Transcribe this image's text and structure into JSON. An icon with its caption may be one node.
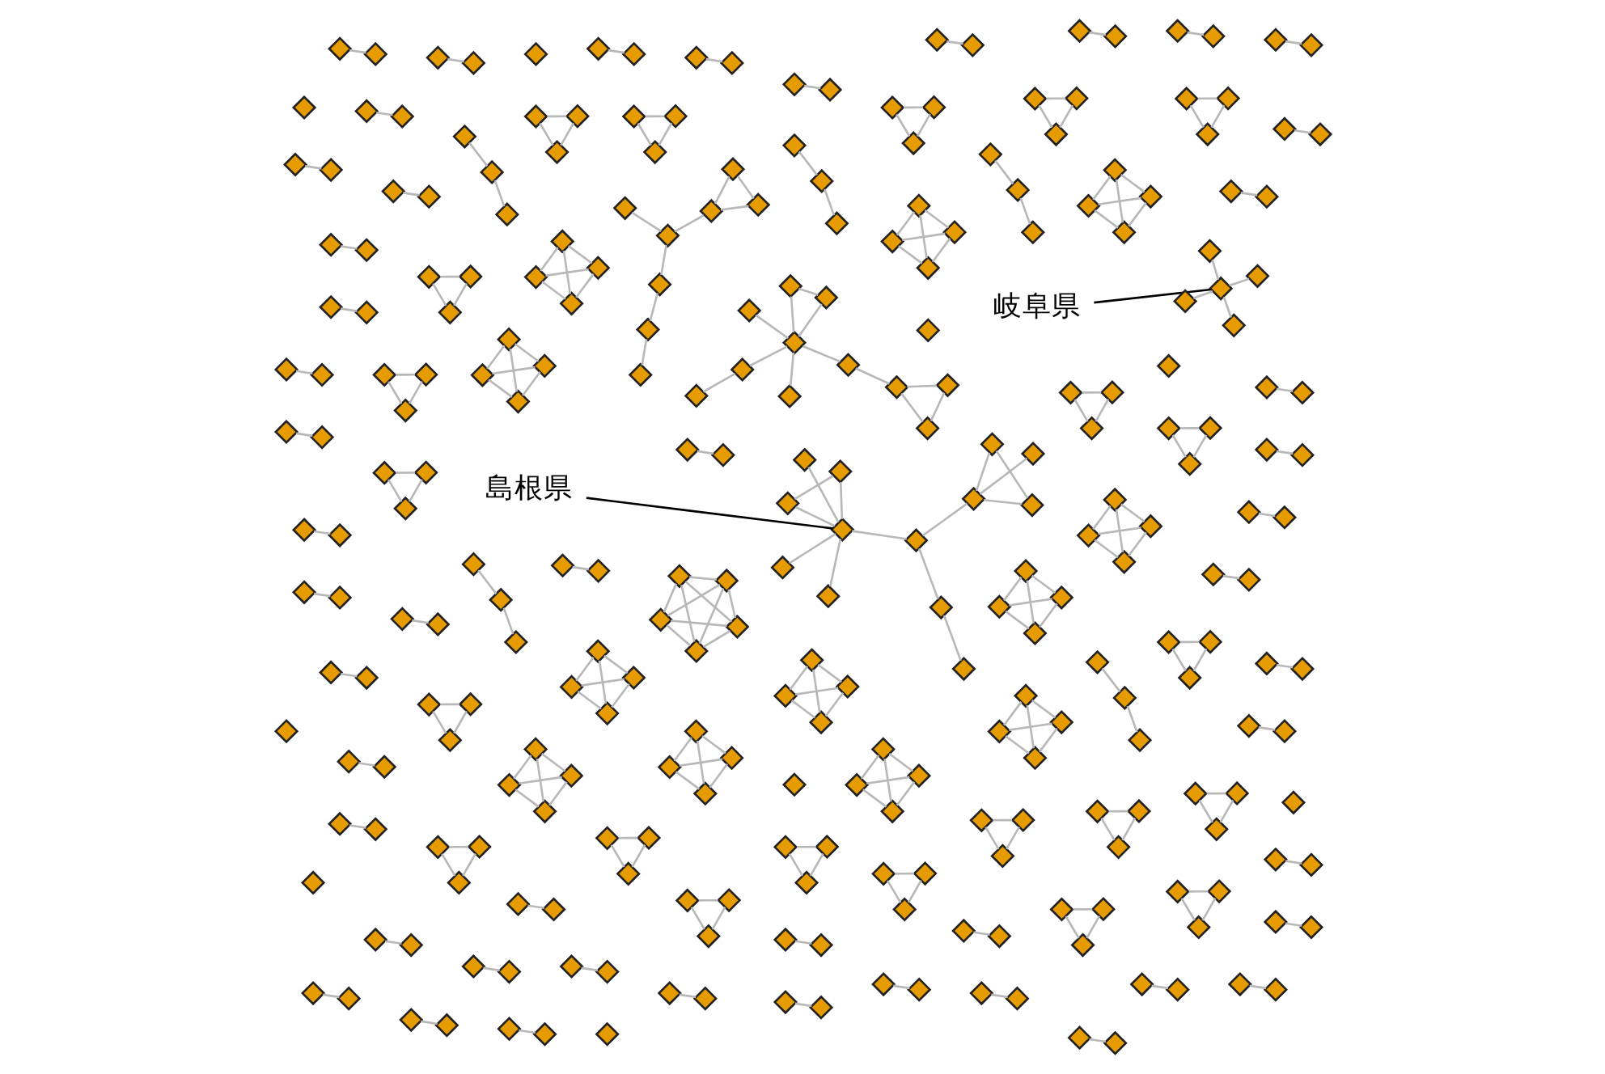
{
  "diagram": {
    "nodes": [
      {
        "text": [
          "岐阜県"
        ]
      },
      {
        "text": [
          "島根県"
        ]
      },
      {
        "text": [],
        "shape": "diamond"
      },
      {
        "text": [],
        "shape": "diamond"
      },
      {
        "text": [],
        "shape": "diamond"
      },
      {
        "text": [],
        "shape": "diamond"
      },
      {
        "text": [],
        "shape": "diamond"
      },
      {
        "text": [],
        "shape": "diamond"
      },
      {
        "text": [],
        "shape": "diamond"
      },
      {
        "text": [],
        "shape": "diamond"
      },
      {
        "text": [],
        "shape": "diamond"
      },
      {
        "text": [],
        "shape": "diamond"
      },
      {
        "text": [],
        "shape": "diamond"
      },
      {
        "text": [],
        "shape": "diamond"
      },
      {
        "text": [],
        "shape": "diamond"
      },
      {
        "text": [],
        "shape": "diamond"
      },
      {
        "text": [],
        "shape": "diamond"
      },
      {
        "text": [],
        "shape": "diamond"
      },
      {
        "text": [],
        "shape": "diamond"
      },
      {
        "text": [],
        "shape": "diamond"
      },
      {
        "text": [],
        "shape": "diamond"
      },
      {
        "text": [],
        "shape": "diamond"
      },
      {
        "text": [],
        "shape": "diamond"
      },
      {
        "text": [],
        "shape": "diamond"
      },
      {
        "text": [],
        "shape": "diamond"
      },
      {
        "text": [],
        "shape": "diamond"
      },
      {
        "text": [],
        "shape": "diamond"
      },
      {
        "text": [],
        "shape": "diamond"
      },
      {
        "text": [],
        "shape": "diamond"
      },
      {
        "text": [],
        "shape": "diamond"
      },
      {
        "text": [],
        "shape": "diamond"
      },
      {
        "text": [],
        "shape": "diamond"
      },
      {
        "text": [],
        "shape": "diamond"
      },
      {
        "text": [],
        "shape": "diamond"
      },
      {
        "text": [],
        "shape": "diamond"
      },
      {
        "text": [],
        "shape": "diamond"
      },
      {
        "text": [],
        "shape": "diamond"
      },
      {
        "text": [],
        "shape": "diamond"
      },
      {
        "text": [],
        "shape": "diamond"
      },
      {
        "text": [],
        "shape": "diamond"
      },
      {
        "text": [],
        "shape": "diamond"
      },
      {
        "text": [],
        "shape": "diamond"
      },
      {
        "text": [],
        "shape": "diamond"
      },
      {
        "text": [],
        "shape": "diamond"
      },
      {
        "text": [],
        "shape": "diamond"
      },
      {
        "text": [],
        "shape": "diamond"
      },
      {
        "text": [],
        "shape": "diamond"
      },
      {
        "text": [],
        "shape": "diamond"
      },
      {
        "text": [],
        "shape": "diamond"
      },
      {
        "text": [],
        "shape": "diamond"
      },
      {
        "text": [],
        "shape": "diamond"
      },
      {
        "text": [],
        "shape": "diamond"
      },
      {
        "text": [],
        "shape": "diamond"
      },
      {
        "text": [],
        "shape": "diamond"
      },
      {
        "text": [],
        "shape": "diamond"
      },
      {
        "text": [],
        "shape": "diamond"
      },
      {
        "text": [],
        "shape": "diamond"
      },
      {
        "text": [],
        "shape": "diamond"
      },
      {
        "text": [],
        "shape": "diamond"
      },
      {
        "text": [],
        "shape": "diamond"
      },
      {
        "text": [],
        "shape": "diamond"
      },
      {
        "text": [],
        "shape": "diamond"
      },
      {
        "text": [],
        "shape": "diamond"
      },
      {
        "text": [],
        "shape": "diamond"
      },
      {
        "text": [],
        "shape": "diamond"
      },
      {
        "text": [],
        "shape": "diamond"
      },
      {
        "text": [],
        "shape": "diamond"
      },
      {
        "text": [],
        "shape": "diamond"
      },
      {
        "text": [],
        "shape": "diamond"
      },
      {
        "text": [],
        "shape": "diamond"
      },
      {
        "text": [],
        "shape": "diamond"
      },
      {
        "text": [],
        "shape": "diamond"
      },
      {
        "text": [],
        "shape": "diamond"
      },
      {
        "text": [],
        "shape": "diamond"
      },
      {
        "text": [],
        "shape": "diamond"
      },
      {
        "text": [],
        "shape": "diamond"
      },
      {
        "text": [],
        "shape": "diamond"
      },
      {
        "text": [],
        "shape": "diamond"
      },
      {
        "text": [],
        "shape": "diamond"
      },
      {
        "text": [],
        "shape": "diamond"
      },
      {
        "text": [],
        "shape": "diamond"
      },
      {
        "text": [],
        "shape": "diamond"
      },
      {
        "text": [],
        "shape": "diamond"
      },
      {
        "text": [],
        "shape": "diamond"
      },
      {
        "text": [],
        "shape": "diamond"
      },
      {
        "text": [],
        "shape": "diamond"
      },
      {
        "text": [],
        "shape": "diamond"
      },
      {
        "text": [],
        "shape": "diamond"
      },
      {
        "text": [],
        "shape": "diamond"
      },
      {
        "text": [],
        "shape": "diamond"
      },
      {
        "text": [],
        "shape": "diamond"
      },
      {
        "text": [],
        "shape": "diamond"
      },
      {
        "text": [],
        "shape": "diamond"
      },
      {
        "text": [],
        "shape": "diamond"
      },
      {
        "text": [],
        "shape": "diamond"
      },
      {
        "text": [],
        "shape": "diamond"
      },
      {
        "text": [],
        "shape": "diamond"
      },
      {
        "text": [],
        "shape": "diamond"
      },
      {
        "text": [],
        "shape": "diamond"
      },
      {
        "text": [],
        "shape": "diamond"
      },
      {
        "text": [],
        "shape": "diamond"
      },
      {
        "text": [],
        "shape": "diamond"
      },
      {
        "text": [],
        "shape": "diamond"
      },
      {
        "text": [],
        "shape": "diamond"
      },
      {
        "text": [],
        "shape": "diamond"
      },
      {
        "text": [],
        "shape": "diamond"
      },
      {
        "text": [],
        "shape": "diamond"
      },
      {
        "text": [],
        "shape": "diamond"
      },
      {
        "text": [],
        "shape": "diamond"
      },
      {
        "text": [],
        "shape": "diamond"
      },
      {
        "text": [],
        "shape": "diamond"
      },
      {
        "text": [],
        "shape": "diamond"
      },
      {
        "text": [],
        "shape": "diamond"
      },
      {
        "text": [],
        "shape": "diamond"
      },
      {
        "text": [],
        "shape": "diamond"
      },
      {
        "text": [],
        "shape": "diamond"
      },
      {
        "text": [],
        "shape": "diamond"
      },
      {
        "text": [],
        "shape": "diamond"
      },
      {
        "text": [],
        "shape": "diamond"
      },
      {
        "text": [],
        "shape": "diamond"
      },
      {
        "text": [],
        "shape": "diamond"
      },
      {
        "text": [],
        "shape": "diamond"
      },
      {
        "text": [],
        "shape": "diamond"
      },
      {
        "text": [],
        "shape": "diamond"
      },
      {
        "text": [],
        "shape": "diamond"
      },
      {
        "text": [],
        "shape": "diamond"
      },
      {
        "text": [],
        "shape": "diamond"
      },
      {
        "text": [],
        "shape": "diamond"
      },
      {
        "text": [],
        "shape": "diamond"
      },
      {
        "text": [],
        "shape": "diamond"
      },
      {
        "text": [],
        "shape": "diamond"
      },
      {
        "text": [],
        "shape": "diamond"
      },
      {
        "text": [],
        "shape": "diamond"
      },
      {
        "text": [],
        "shape": "diamond"
      },
      {
        "text": [],
        "shape": "diamond"
      },
      {
        "text": [],
        "shape": "diamond"
      },
      {
        "text": [],
        "shape": "diamond"
      },
      {
        "text": [],
        "shape": "diamond"
      },
      {
        "text": [],
        "shape": "diamond"
      },
      {
        "text": [],
        "shape": "diamond"
      },
      {
        "text": [],
        "shape": "diamond"
      },
      {
        "text": [],
        "shape": "diamond"
      },
      {
        "text": [],
        "shape": "diamond"
      },
      {
        "text": [],
        "shape": "diamond"
      },
      {
        "text": [],
        "shape": "diamond"
      },
      {
        "text": [],
        "shape": "diamond"
      },
      {
        "text": [],
        "shape": "diamond"
      },
      {
        "text": [],
        "shape": "diamond"
      },
      {
        "text": [],
        "shape": "diamond"
      },
      {
        "text": [],
        "shape": "diamond"
      },
      {
        "text": [],
        "shape": "diamond"
      },
      {
        "text": [],
        "shape": "diamond"
      },
      {
        "text": [],
        "shape": "diamond"
      },
      {
        "text": [],
        "shape": "diamond"
      },
      {
        "text": [],
        "shape": "diamond"
      },
      {
        "text": [],
        "shape": "diamond"
      },
      {
        "text": [],
        "shape": "diamond"
      },
      {
        "text": [],
        "shape": "diamond"
      },
      {
        "text": [],
        "shape": "diamond"
      },
      {
        "text": [],
        "shape": "diamond"
      },
      {
        "text": [],
        "shape": "diamond"
      },
      {
        "text": [],
        "shape": "diamond"
      },
      {
        "text": [],
        "shape": "diamond"
      },
      {
        "text": [],
        "shape": "diamond"
      },
      {
        "text": [],
        "shape": "diamond"
      },
      {
        "text": [],
        "shape": "diamond"
      },
      {
        "text": [],
        "shape": "diamond"
      },
      {
        "text": [],
        "shape": "diamond"
      },
      {
        "text": [],
        "shape": "diamond"
      },
      {
        "text": [],
        "shape": "diamond"
      },
      {
        "text": [],
        "shape": "diamond"
      },
      {
        "text": [],
        "shape": "diamond"
      },
      {
        "text": [],
        "shape": "diamond"
      },
      {
        "text": [],
        "shape": "diamond"
      },
      {
        "text": [],
        "shape": "diamond"
      },
      {
        "text": [],
        "shape": "diamond"
      },
      {
        "text": [],
        "shape": "diamond"
      },
      {
        "text": [],
        "shape": "diamond"
      },
      {
        "text": [],
        "shape": "diamond"
      },
      {
        "text": [],
        "shape": "diamond"
      },
      {
        "text": [],
        "shape": "diamond"
      },
      {
        "text": [],
        "shape": "diamond"
      },
      {
        "text": [],
        "shape": "diamond"
      },
      {
        "text": [],
        "shape": "diamond"
      },
      {
        "text": [],
        "shape": "diamond"
      },
      {
        "text": [],
        "shape": "diamond"
      },
      {
        "text": [],
        "shape": "diamond"
      },
      {
        "text": [],
        "shape": "diamond"
      },
      {
        "text": [],
        "shape": "diamond"
      },
      {
        "text": [],
        "shape": "diamond"
      },
      {
        "text": [],
        "shape": "diamond"
      },
      {
        "text": [],
        "shape": "diamond"
      },
      {
        "text": [],
        "shape": "diamond"
      },
      {
        "text": [],
        "shape": "diamond"
      },
      {
        "text": [],
        "shape": "diamond"
      },
      {
        "text": [],
        "shape": "diamond"
      },
      {
        "text": [],
        "shape": "diamond"
      },
      {
        "text": [],
        "shape": "diamond"
      },
      {
        "text": [],
        "shape": "diamond"
      },
      {
        "text": [],
        "shape": "diamond"
      },
      {
        "text": [],
        "shape": "diamond"
      },
      {
        "text": [],
        "shape": "diamond"
      },
      {
        "text": [],
        "shape": "diamond"
      },
      {
        "text": [],
        "shape": "diamond"
      },
      {
        "text": [],
        "shape": "diamond"
      },
      {
        "text": [],
        "shape": "diamond"
      },
      {
        "text": [],
        "shape": "diamond"
      },
      {
        "text": [],
        "shape": "diamond"
      },
      {
        "text": [],
        "shape": "diamond"
      },
      {
        "text": [],
        "shape": "diamond"
      },
      {
        "text": [],
        "shape": "diamond"
      },
      {
        "text": [],
        "shape": "diamond"
      },
      {
        "text": [],
        "shape": "diamond"
      },
      {
        "text": [],
        "shape": "diamond"
      },
      {
        "text": [],
        "shape": "diamond"
      },
      {
        "text": [],
        "shape": "diamond"
      },
      {
        "text": [],
        "shape": "diamond"
      },
      {
        "text": [],
        "shape": "diamond"
      },
      {
        "text": [],
        "shape": "diamond"
      },
      {
        "text": [],
        "shape": "diamond"
      },
      {
        "text": [],
        "shape": "diamond"
      },
      {
        "text": [],
        "shape": "diamond"
      },
      {
        "text": [],
        "shape": "diamond"
      },
      {
        "text": [],
        "shape": "diamond"
      },
      {
        "text": [],
        "shape": "diamond"
      },
      {
        "text": [],
        "shape": "diamond"
      },
      {
        "text": [],
        "shape": "diamond"
      },
      {
        "text": [],
        "shape": "diamond"
      },
      {
        "text": [],
        "shape": "diamond"
      },
      {
        "text": [],
        "shape": "diamond"
      },
      {
        "text": [],
        "shape": "diamond"
      },
      {
        "text": [],
        "shape": "diamond"
      },
      {
        "text": [],
        "shape": "diamond"
      },
      {
        "text": [],
        "shape": "diamond"
      },
      {
        "text": [],
        "shape": "diamond"
      },
      {
        "text": [],
        "shape": "diamond"
      },
      {
        "text": [],
        "shape": "diamond"
      },
      {
        "text": [],
        "shape": "diamond"
      },
      {
        "text": [],
        "shape": "diamond"
      },
      {
        "text": [],
        "shape": "diamond"
      },
      {
        "text": [],
        "shape": "diamond"
      },
      {
        "text": [],
        "shape": "diamond"
      },
      {
        "text": [],
        "shape": "diamond"
      },
      {
        "text": [],
        "shape": "diamond"
      },
      {
        "text": [],
        "shape": "diamond"
      },
      {
        "text": [],
        "shape": "diamond"
      },
      {
        "text": [],
        "shape": "diamond"
      },
      {
        "text": [],
        "shape": "diamond"
      },
      {
        "text": [],
        "shape": "diamond"
      },
      {
        "text": [],
        "shape": "diamond"
      },
      {
        "text": [],
        "shape": "diamond"
      },
      {
        "text": [],
        "shape": "diamond"
      },
      {
        "text": [],
        "shape": "diamond"
      },
      {
        "text": [],
        "shape": "diamond"
      },
      {
        "text": [],
        "shape": "diamond"
      },
      {
        "text": [],
        "shape": "diamond"
      },
      {
        "text": [],
        "shape": "diamond"
      },
      {
        "text": [],
        "shape": "diamond"
      },
      {
        "text": [],
        "shape": "diamond"
      },
      {
        "text": [],
        "shape": "diamond"
      },
      {
        "text": [],
        "shape": "diamond"
      },
      {
        "text": [],
        "shape": "diamond"
      },
      {
        "text": [],
        "shape": "diamond"
      },
      {
        "text": [],
        "shape": "diamond"
      },
      {
        "text": [],
        "shape": "diamond"
      },
      {
        "text": [],
        "shape": "diamond"
      },
      {
        "text": [],
        "shape": "diamond"
      },
      {
        "text": [],
        "shape": "diamond"
      },
      {
        "text": [],
        "shape": "diamond"
      },
      {
        "text": [],
        "shape": "diamond"
      },
      {
        "text": [],
        "shape": "diamond"
      },
      {
        "text": [],
        "shape": "diamond"
      },
      {
        "text": [],
        "shape": "diamond"
      },
      {
        "text": [],
        "shape": "diamond"
      },
      {
        "text": [],
        "shape": "diamond"
      },
      {
        "text": [],
        "shape": "diamond"
      },
      {
        "text": [],
        "shape": "diamond"
      },
      {
        "text": [],
        "shape": "diamond"
      },
      {
        "text": [],
        "shape": "diamond"
      },
      {
        "text": [],
        "shape": "diamond"
      },
      {
        "text": [],
        "shape": "diamond"
      },
      {
        "text": [],
        "shape": "diamond"
      }
    ],
    "edges": [
      {
        "from": 0,
        "to": 2,
        "arrow": "none",
        "color": "#000000"
      },
      {
        "from": 2,
        "to": 3,
        "arrow": "none"
      },
      {
        "from": 2,
        "to": 4,
        "arrow": "none"
      },
      {
        "from": 2,
        "to": 5,
        "arrow": "none"
      },
      {
        "from": 2,
        "to": 6,
        "arrow": "none"
      },
      {
        "from": 7,
        "to": 8,
        "arrow": "none"
      },
      {
        "from": 7,
        "to": 9,
        "arrow": "none"
      },
      {
        "from": 7,
        "to": 10,
        "arrow": "none"
      },
      {
        "from": 7,
        "to": 11,
        "arrow": "none"
      },
      {
        "from": 7,
        "to": 12,
        "arrow": "none"
      },
      {
        "from": 7,
        "to": 13,
        "arrow": "none"
      },
      {
        "from": 13,
        "to": 14,
        "arrow": "none"
      },
      {
        "from": 8,
        "to": 15,
        "arrow": "none"
      },
      {
        "from": 15,
        "to": 16,
        "arrow": "none"
      },
      {
        "from": 16,
        "to": 17,
        "arrow": "none"
      },
      {
        "from": 17,
        "to": 15,
        "arrow": "none"
      },
      {
        "from": 11,
        "to": 12,
        "arrow": "none"
      },
      {
        "from": 18,
        "to": 19,
        "arrow": "none"
      },
      {
        "from": 19,
        "to": 20,
        "arrow": "none"
      },
      {
        "from": 20,
        "to": 18,
        "arrow": "none"
      },
      {
        "from": 20,
        "to": 21,
        "arrow": "none"
      },
      {
        "from": 21,
        "to": 22,
        "arrow": "none"
      },
      {
        "from": 21,
        "to": 23,
        "arrow": "none"
      },
      {
        "from": 23,
        "to": 24,
        "arrow": "none"
      },
      {
        "from": 24,
        "to": 25,
        "arrow": "none"
      },
      {
        "from": 1,
        "to": 26,
        "arrow": "none",
        "color": "#000000"
      },
      {
        "from": 26,
        "to": 27,
        "arrow": "none"
      },
      {
        "from": 26,
        "to": 28,
        "arrow": "none"
      },
      {
        "from": 26,
        "to": 29,
        "arrow": "none"
      },
      {
        "from": 26,
        "to": 30,
        "arrow": "none"
      },
      {
        "from": 26,
        "to": 31,
        "arrow": "none"
      },
      {
        "from": 26,
        "to": 32,
        "arrow": "none"
      },
      {
        "from": 29,
        "to": 30,
        "arrow": "none"
      },
      {
        "from": 32,
        "to": 33,
        "arrow": "none"
      },
      {
        "from": 32,
        "to": 34,
        "arrow": "none"
      },
      {
        "from": 34,
        "to": 35,
        "arrow": "none"
      },
      {
        "from": 33,
        "to": 36,
        "arrow": "none"
      },
      {
        "from": 33,
        "to": 37,
        "arrow": "none"
      },
      {
        "from": 36,
        "to": 37,
        "arrow": "none"
      },
      {
        "from": 33,
        "to": 38,
        "arrow": "none"
      },
      {
        "from": 39,
        "to": 40,
        "arrow": "none"
      },
      {
        "from": 39,
        "to": 41,
        "arrow": "none"
      },
      {
        "from": 39,
        "to": 42,
        "arrow": "none"
      },
      {
        "from": 39,
        "to": 43,
        "arrow": "none"
      },
      {
        "from": 40,
        "to": 41,
        "arrow": "none"
      },
      {
        "from": 40,
        "to": 42,
        "arrow": "none"
      },
      {
        "from": 40,
        "to": 43,
        "arrow": "none"
      },
      {
        "from": 41,
        "to": 42,
        "arrow": "none"
      },
      {
        "from": 41,
        "to": 43,
        "arrow": "none"
      },
      {
        "from": 42,
        "to": 43,
        "arrow": "none"
      },
      {
        "from": 44,
        "to": 45,
        "arrow": "none"
      },
      {
        "from": 44,
        "to": 46,
        "arrow": "none"
      },
      {
        "from": 44,
        "to": 47,
        "arrow": "none"
      },
      {
        "from": 45,
        "to": 46,
        "arrow": "none"
      },
      {
        "from": 45,
        "to": 47,
        "arrow": "none"
      },
      {
        "from": 46,
        "to": 47,
        "arrow": "none"
      },
      {
        "from": 48,
        "to": 49,
        "arrow": "none"
      },
      {
        "from": 48,
        "to": 50,
        "arrow": "none"
      },
      {
        "from": 48,
        "to": 51,
        "arrow": "none"
      },
      {
        "from": 49,
        "to": 50,
        "arrow": "none"
      },
      {
        "from": 49,
        "to": 51,
        "arrow": "none"
      },
      {
        "from": 50,
        "to": 51,
        "arrow": "none"
      },
      {
        "from": 52,
        "to": 53,
        "arrow": "none"
      },
      {
        "from": 52,
        "to": 54,
        "arrow": "none"
      },
      {
        "from": 52,
        "to": 55,
        "arrow": "none"
      },
      {
        "from": 53,
        "to": 54,
        "arrow": "none"
      },
      {
        "from": 53,
        "to": 55,
        "arrow": "none"
      },
      {
        "from": 54,
        "to": 55,
        "arrow": "none"
      },
      {
        "from": 56,
        "to": 57,
        "arrow": "none"
      },
      {
        "from": 56,
        "to": 58,
        "arrow": "none"
      },
      {
        "from": 56,
        "to": 59,
        "arrow": "none"
      },
      {
        "from": 57,
        "to": 58,
        "arrow": "none"
      },
      {
        "from": 57,
        "to": 59,
        "arrow": "none"
      },
      {
        "from": 58,
        "to": 59,
        "arrow": "none"
      },
      {
        "from": 60,
        "to": 61,
        "arrow": "none"
      },
      {
        "from": 60,
        "to": 62,
        "arrow": "none"
      },
      {
        "from": 60,
        "to": 63,
        "arrow": "none"
      },
      {
        "from": 61,
        "to": 62,
        "arrow": "none"
      },
      {
        "from": 61,
        "to": 63,
        "arrow": "none"
      },
      {
        "from": 62,
        "to": 63,
        "arrow": "none"
      },
      {
        "from": 64,
        "to": 65,
        "arrow": "none"
      },
      {
        "from": 64,
        "to": 66,
        "arrow": "none"
      },
      {
        "from": 64,
        "to": 67,
        "arrow": "none"
      },
      {
        "from": 65,
        "to": 66,
        "arrow": "none"
      },
      {
        "from": 65,
        "to": 67,
        "arrow": "none"
      },
      {
        "from": 66,
        "to": 67,
        "arrow": "none"
      },
      {
        "from": 68,
        "to": 69,
        "arrow": "none"
      },
      {
        "from": 68,
        "to": 70,
        "arrow": "none"
      },
      {
        "from": 68,
        "to": 71,
        "arrow": "none"
      },
      {
        "from": 69,
        "to": 70,
        "arrow": "none"
      },
      {
        "from": 69,
        "to": 71,
        "arrow": "none"
      },
      {
        "from": 70,
        "to": 71,
        "arrow": "none"
      },
      {
        "from": 72,
        "to": 73,
        "arrow": "none"
      },
      {
        "from": 72,
        "to": 74,
        "arrow": "none"
      },
      {
        "from": 72,
        "to": 75,
        "arrow": "none"
      },
      {
        "from": 73,
        "to": 74,
        "arrow": "none"
      },
      {
        "from": 73,
        "to": 75,
        "arrow": "none"
      },
      {
        "from": 74,
        "to": 75,
        "arrow": "none"
      },
      {
        "from": 76,
        "to": 77,
        "arrow": "none"
      },
      {
        "from": 76,
        "to": 78,
        "arrow": "none"
      },
      {
        "from": 76,
        "to": 79,
        "arrow": "none"
      },
      {
        "from": 77,
        "to": 78,
        "arrow": "none"
      },
      {
        "from": 77,
        "to": 79,
        "arrow": "none"
      },
      {
        "from": 78,
        "to": 79,
        "arrow": "none"
      },
      {
        "from": 80,
        "to": 81,
        "arrow": "none"
      },
      {
        "from": 80,
        "to": 82,
        "arrow": "none"
      },
      {
        "from": 80,
        "to": 83,
        "arrow": "none"
      },
      {
        "from": 81,
        "to": 82,
        "arrow": "none"
      },
      {
        "from": 81,
        "to": 83,
        "arrow": "none"
      },
      {
        "from": 82,
        "to": 83,
        "arrow": "none"
      },
      {
        "from": 84,
        "to": 85,
        "arrow": "none"
      },
      {
        "from": 84,
        "to": 86,
        "arrow": "none"
      },
      {
        "from": 84,
        "to": 87,
        "arrow": "none"
      },
      {
        "from": 85,
        "to": 86,
        "arrow": "none"
      },
      {
        "from": 85,
        "to": 87,
        "arrow": "none"
      },
      {
        "from": 86,
        "to": 87,
        "arrow": "none"
      },
      {
        "from": 88,
        "to": 89,
        "arrow": "none"
      },
      {
        "from": 88,
        "to": 90,
        "arrow": "none"
      },
      {
        "from": 88,
        "to": 91,
        "arrow": "none"
      },
      {
        "from": 89,
        "to": 90,
        "arrow": "none"
      },
      {
        "from": 89,
        "to": 91,
        "arrow": "none"
      },
      {
        "from": 90,
        "to": 91,
        "arrow": "none"
      },
      {
        "from": 92,
        "to": 93,
        "arrow": "none"
      },
      {
        "from": 93,
        "to": 94,
        "arrow": "none"
      },
      {
        "from": 94,
        "to": 92,
        "arrow": "none"
      },
      {
        "from": 95,
        "to": 96,
        "arrow": "none"
      },
      {
        "from": 96,
        "to": 97,
        "arrow": "none"
      },
      {
        "from": 97,
        "to": 95,
        "arrow": "none"
      },
      {
        "from": 98,
        "to": 99,
        "arrow": "none"
      },
      {
        "from": 99,
        "to": 100,
        "arrow": "none"
      },
      {
        "from": 100,
        "to": 98,
        "arrow": "none"
      },
      {
        "from": 101,
        "to": 102,
        "arrow": "none"
      },
      {
        "from": 102,
        "to": 103,
        "arrow": "none"
      },
      {
        "from": 103,
        "to": 101,
        "arrow": "none"
      },
      {
        "from": 104,
        "to": 105,
        "arrow": "none"
      },
      {
        "from": 105,
        "to": 106,
        "arrow": "none"
      },
      {
        "from": 106,
        "to": 104,
        "arrow": "none"
      },
      {
        "from": 107,
        "to": 108,
        "arrow": "none"
      },
      {
        "from": 108,
        "to": 109,
        "arrow": "none"
      },
      {
        "from": 109,
        "to": 107,
        "arrow": "none"
      },
      {
        "from": 110,
        "to": 111,
        "arrow": "none"
      },
      {
        "from": 111,
        "to": 112,
        "arrow": "none"
      },
      {
        "from": 112,
        "to": 110,
        "arrow": "none"
      },
      {
        "from": 113,
        "to": 114,
        "arrow": "none"
      },
      {
        "from": 114,
        "to": 115,
        "arrow": "none"
      },
      {
        "from": 115,
        "to": 113,
        "arrow": "none"
      },
      {
        "from": 116,
        "to": 117,
        "arrow": "none"
      },
      {
        "from": 117,
        "to": 118,
        "arrow": "none"
      },
      {
        "from": 118,
        "to": 116,
        "arrow": "none"
      },
      {
        "from": 119,
        "to": 120,
        "arrow": "none"
      },
      {
        "from": 120,
        "to": 121,
        "arrow": "none"
      },
      {
        "from": 121,
        "to": 119,
        "arrow": "none"
      },
      {
        "from": 122,
        "to": 123,
        "arrow": "none"
      },
      {
        "from": 123,
        "to": 124,
        "arrow": "none"
      },
      {
        "from": 124,
        "to": 122,
        "arrow": "none"
      },
      {
        "from": 125,
        "to": 126,
        "arrow": "none"
      },
      {
        "from": 126,
        "to": 127,
        "arrow": "none"
      },
      {
        "from": 127,
        "to": 125,
        "arrow": "none"
      },
      {
        "from": 128,
        "to": 129,
        "arrow": "none"
      },
      {
        "from": 129,
        "to": 130,
        "arrow": "none"
      },
      {
        "from": 130,
        "to": 128,
        "arrow": "none"
      },
      {
        "from": 131,
        "to": 132,
        "arrow": "none"
      },
      {
        "from": 132,
        "to": 133,
        "arrow": "none"
      },
      {
        "from": 133,
        "to": 131,
        "arrow": "none"
      },
      {
        "from": 134,
        "to": 135,
        "arrow": "none"
      },
      {
        "from": 135,
        "to": 136,
        "arrow": "none"
      },
      {
        "from": 136,
        "to": 134,
        "arrow": "none"
      },
      {
        "from": 137,
        "to": 138,
        "arrow": "none"
      },
      {
        "from": 138,
        "to": 139,
        "arrow": "none"
      },
      {
        "from": 139,
        "to": 137,
        "arrow": "none"
      },
      {
        "from": 140,
        "to": 141,
        "arrow": "none"
      },
      {
        "from": 141,
        "to": 142,
        "arrow": "none"
      },
      {
        "from": 142,
        "to": 140,
        "arrow": "none"
      },
      {
        "from": 143,
        "to": 144,
        "arrow": "none"
      },
      {
        "from": 144,
        "to": 145,
        "arrow": "none"
      },
      {
        "from": 145,
        "to": 143,
        "arrow": "none"
      },
      {
        "from": 146,
        "to": 147,
        "arrow": "none"
      },
      {
        "from": 147,
        "to": 148,
        "arrow": "none"
      },
      {
        "from": 148,
        "to": 146,
        "arrow": "none"
      },
      {
        "from": 149,
        "to": 150,
        "arrow": "none"
      },
      {
        "from": 150,
        "to": 151,
        "arrow": "none"
      },
      {
        "from": 151,
        "to": 149,
        "arrow": "none"
      },
      {
        "from": 152,
        "to": 153,
        "arrow": "none"
      },
      {
        "from": 153,
        "to": 154,
        "arrow": "none"
      },
      {
        "from": 154,
        "to": 152,
        "arrow": "none"
      },
      {
        "from": 155,
        "to": 156,
        "arrow": "none"
      },
      {
        "from": 156,
        "to": 157,
        "arrow": "none"
      },
      {
        "from": 157,
        "to": 155,
        "arrow": "none"
      },
      {
        "from": 158,
        "to": 159,
        "arrow": "none"
      },
      {
        "from": 159,
        "to": 160,
        "arrow": "none"
      },
      {
        "from": 161,
        "to": 162,
        "arrow": "none"
      },
      {
        "from": 162,
        "to": 163,
        "arrow": "none"
      },
      {
        "from": 164,
        "to": 165,
        "arrow": "none"
      },
      {
        "from": 165,
        "to": 166,
        "arrow": "none"
      },
      {
        "from": 167,
        "to": 168,
        "arrow": "none"
      },
      {
        "from": 168,
        "to": 169,
        "arrow": "none"
      },
      {
        "from": 170,
        "to": 171,
        "arrow": "none"
      },
      {
        "from": 171,
        "to": 172,
        "arrow": "none"
      },
      {
        "from": 173,
        "to": 174,
        "arrow": "none"
      },
      {
        "from": 175,
        "to": 176,
        "arrow": "none"
      },
      {
        "from": 177,
        "to": 178,
        "arrow": "none"
      },
      {
        "from": 179,
        "to": 180,
        "arrow": "none"
      },
      {
        "from": 181,
        "to": 182,
        "arrow": "none"
      },
      {
        "from": 183,
        "to": 184,
        "arrow": "none"
      },
      {
        "from": 185,
        "to": 186,
        "arrow": "none"
      },
      {
        "from": 187,
        "to": 188,
        "arrow": "none"
      },
      {
        "from": 189,
        "to": 190,
        "arrow": "none"
      },
      {
        "from": 191,
        "to": 192,
        "arrow": "none"
      },
      {
        "from": 193,
        "to": 194,
        "arrow": "none"
      },
      {
        "from": 195,
        "to": 196,
        "arrow": "none"
      },
      {
        "from": 197,
        "to": 198,
        "arrow": "none"
      },
      {
        "from": 199,
        "to": 200,
        "arrow": "none"
      },
      {
        "from": 201,
        "to": 202,
        "arrow": "none"
      },
      {
        "from": 203,
        "to": 204,
        "arrow": "none"
      },
      {
        "from": 205,
        "to": 206,
        "arrow": "none"
      },
      {
        "from": 207,
        "to": 208,
        "arrow": "none"
      },
      {
        "from": 209,
        "to": 210,
        "arrow": "none"
      },
      {
        "from": 211,
        "to": 212,
        "arrow": "none"
      },
      {
        "from": 213,
        "to": 214,
        "arrow": "none"
      },
      {
        "from": 215,
        "to": 216,
        "arrow": "none"
      },
      {
        "from": 217,
        "to": 218,
        "arrow": "none"
      },
      {
        "from": 219,
        "to": 220,
        "arrow": "none"
      },
      {
        "from": 221,
        "to": 222,
        "arrow": "none"
      },
      {
        "from": 223,
        "to": 224,
        "arrow": "none"
      },
      {
        "from": 225,
        "to": 226,
        "arrow": "none"
      },
      {
        "from": 227,
        "to": 228,
        "arrow": "none"
      },
      {
        "from": 229,
        "to": 230,
        "arrow": "none"
      },
      {
        "from": 231,
        "to": 232,
        "arrow": "none"
      },
      {
        "from": 233,
        "to": 234,
        "arrow": "none"
      },
      {
        "from": 235,
        "to": 236,
        "arrow": "none"
      },
      {
        "from": 237,
        "to": 238,
        "arrow": "none"
      },
      {
        "from": 239,
        "to": 240,
        "arrow": "none"
      },
      {
        "from": 241,
        "to": 242,
        "arrow": "none"
      },
      {
        "from": 243,
        "to": 244,
        "arrow": "none"
      },
      {
        "from": 245,
        "to": 246,
        "arrow": "none"
      },
      {
        "from": 247,
        "to": 248,
        "arrow": "none"
      },
      {
        "from": 249,
        "to": 250,
        "arrow": "none"
      },
      {
        "from": 251,
        "to": 252,
        "arrow": "none"
      },
      {
        "from": 253,
        "to": 254,
        "arrow": "none"
      },
      {
        "from": 255,
        "to": 256,
        "arrow": "none"
      },
      {
        "from": 257,
        "to": 258,
        "arrow": "none"
      },
      {
        "from": 259,
        "to": 260,
        "arrow": "none"
      },
      {
        "from": 261,
        "to": 262,
        "arrow": "none"
      },
      {
        "from": 263,
        "to": 264,
        "arrow": "none"
      },
      {
        "from": 265,
        "to": 266,
        "arrow": "none"
      },
      {
        "from": 267,
        "to": 268,
        "arrow": "none"
      },
      {
        "from": 269,
        "to": 270,
        "arrow": "none"
      },
      {
        "from": 271,
        "to": 272,
        "arrow": "none"
      }
    ]
  }
}
